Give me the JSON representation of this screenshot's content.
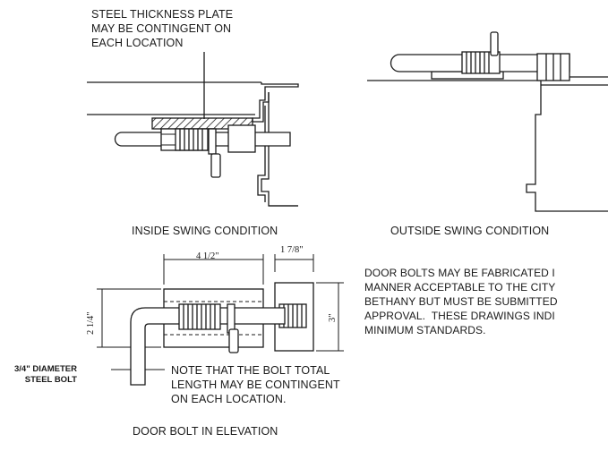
{
  "notes": {
    "steel_plate": "STEEL THICKNESS PLATE\nMAY BE CONTINGENT ON\nEACH LOCATION",
    "inside_swing": "INSIDE SWING CONDITION",
    "outside_swing": "OUTSIDE SWING CONDITION",
    "fabrication": "DOOR BOLTS MAY BE FABRICATED I\nMANNER ACCEPTABLE TO THE CITY\nBETHANY BUT MUST BE SUBMITTED\nAPPROVAL.  THESE DRAWINGS INDI\nMINIMUM STANDARDS.",
    "diameter": "3/4\" DIAMETER\nSTEEL BOLT",
    "bolt_length": "NOTE THAT THE BOLT TOTAL\nLENGTH MAY BE CONTINGENT\nON EACH LOCATION.",
    "elevation_title": "DOOR BOLT IN ELEVATION"
  },
  "dimensions": {
    "width_main": "4 1/2\"",
    "width_side": "1 7/8\"",
    "height_left": "2 1/4\"",
    "height_right": "3\""
  },
  "colors": {
    "line": "#1a1a1a",
    "background": "#ffffff"
  }
}
